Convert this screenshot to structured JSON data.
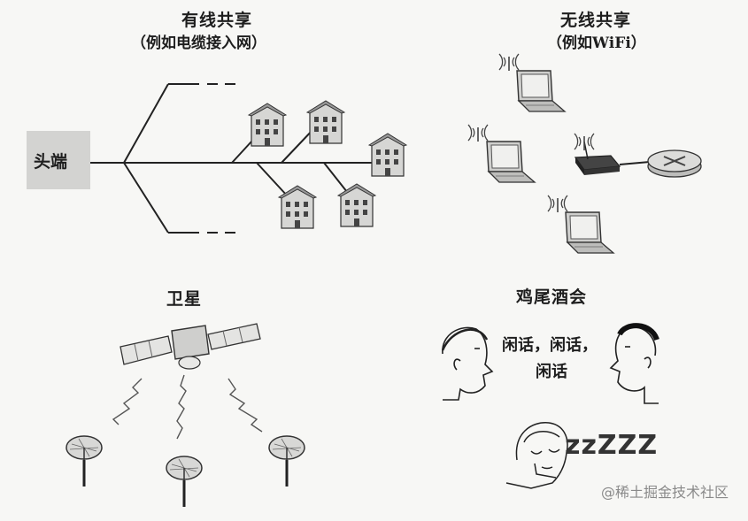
{
  "panels": {
    "wired": {
      "title": "有线共享",
      "subtitle": "（例如电缆接入网）",
      "headend_label": "头端"
    },
    "wireless": {
      "title": "无线共享",
      "subtitle": "（例如WiFi）"
    },
    "satellite": {
      "title": "卫星"
    },
    "cocktail": {
      "title": "鸡尾酒会",
      "speech_line1": "闲话，闲话，",
      "speech_line2": "闲话",
      "sleep_text": "zzZZZ"
    }
  },
  "watermark": "@稀土掘金技术社区",
  "colors": {
    "background": "#f7f7f5",
    "ink": "#1e1e1e",
    "house": "#d6d6d4",
    "headend": "#d3d3d1"
  }
}
